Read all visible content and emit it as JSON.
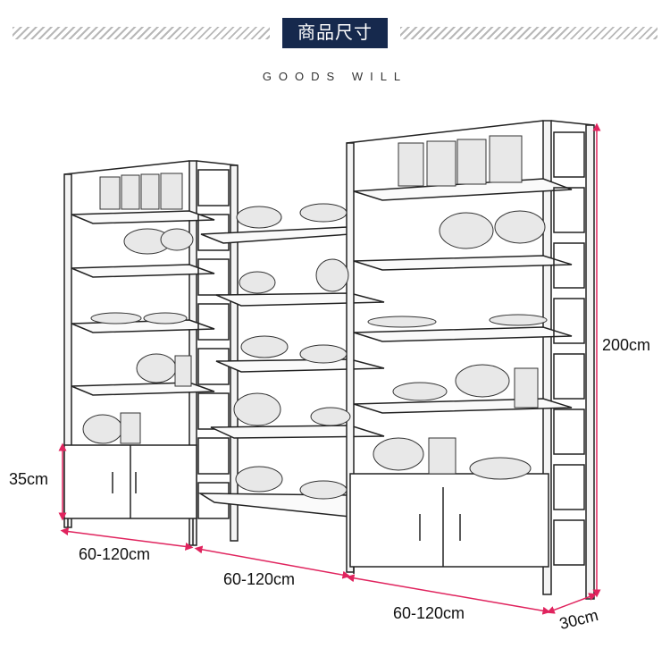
{
  "header": {
    "title": "商品尺寸",
    "subtitle": "GOODS WILL"
  },
  "dimensions": {
    "height": "200cm",
    "cabinet_height": "35cm",
    "width_left": "60-120cm",
    "width_middle": "60-120cm",
    "width_right": "60-120cm",
    "depth": "30cm"
  },
  "colors": {
    "title_bg": "#16294d",
    "dimension_line": "#e0245e"
  }
}
